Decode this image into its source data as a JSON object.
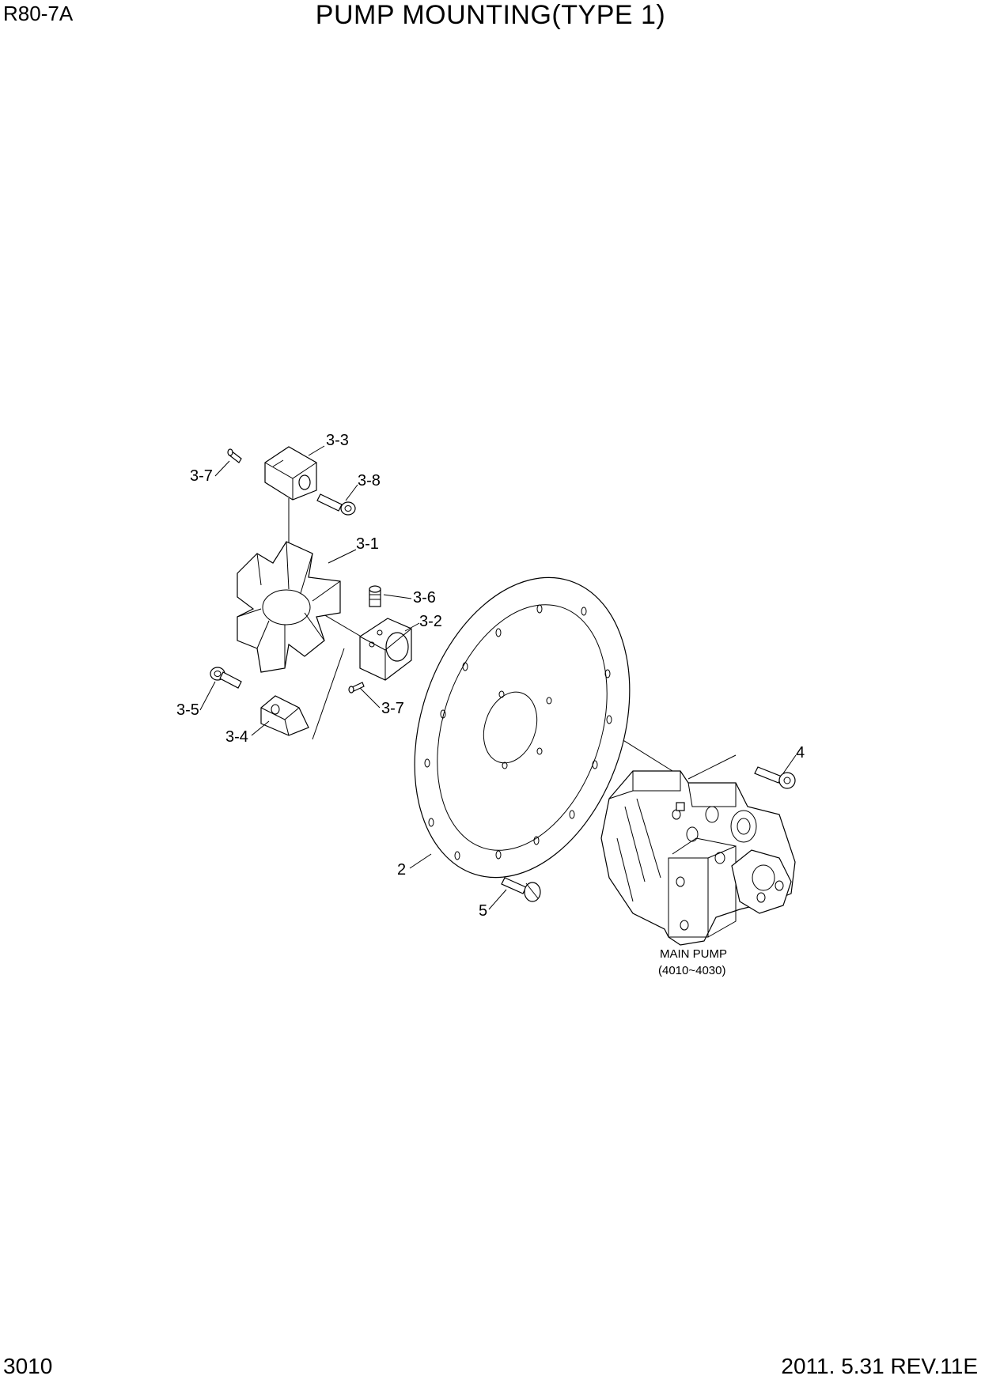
{
  "header": {
    "model": "R80-7A",
    "title": "PUMP MOUNTING(TYPE 1)"
  },
  "footer": {
    "page_number": "3010",
    "revision": "2011. 5.31  REV.11E"
  },
  "callouts": {
    "c3_3": "3-3",
    "c3_7a": "3-7",
    "c3_8": "3-8",
    "c3_1": "3-1",
    "c3_6": "3-6",
    "c3_2": "3-2",
    "c3_5": "3-5",
    "c3_7b": "3-7",
    "c3_4": "3-4",
    "c4": "4",
    "c2": "2",
    "c5": "5"
  },
  "notes": {
    "main_pump_line1": "MAIN PUMP",
    "main_pump_line2": "(4010~4030)"
  }
}
